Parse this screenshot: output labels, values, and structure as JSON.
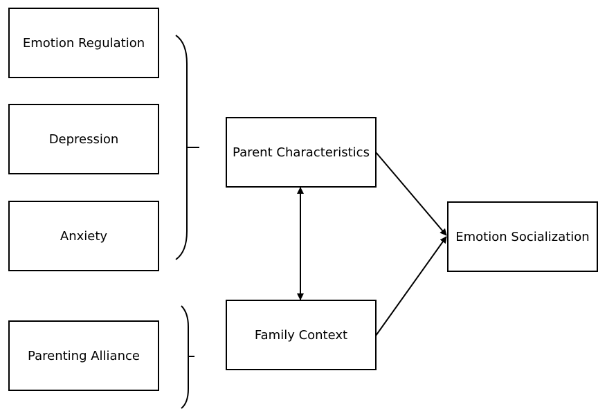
{
  "diagram": {
    "nodes": {
      "emotion_regulation": "Emotion Regulation",
      "depression": "Depression",
      "anxiety": "Anxiety",
      "parenting_alliance": "Parenting Alliance",
      "parent_characteristics": "Parent Characteristics",
      "family_context": "Family Context",
      "emotion_socialization": "Emotion Socialization"
    },
    "edges": [
      {
        "from": "parent_characteristics",
        "to": "emotion_socialization",
        "type": "arrow"
      },
      {
        "from": "family_context",
        "to": "emotion_socialization",
        "type": "arrow"
      },
      {
        "from": "parent_characteristics",
        "to": "family_context",
        "type": "bidirectional-arrow"
      }
    ],
    "groups": [
      {
        "members": [
          "emotion_regulation",
          "depression",
          "anxiety"
        ],
        "target": "parent_characteristics",
        "marker": "brace"
      },
      {
        "members": [
          "parenting_alliance"
        ],
        "target": "family_context",
        "marker": "brace"
      }
    ],
    "colors": {
      "stroke": "#000000",
      "fill": "#ffffff",
      "text": "#000000"
    }
  }
}
